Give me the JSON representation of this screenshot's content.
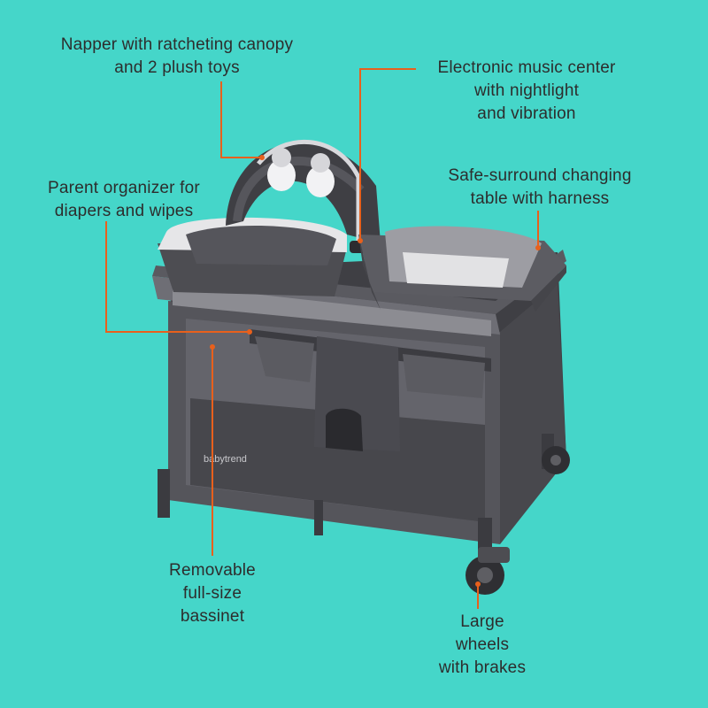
{
  "callouts": {
    "napper": "Napper with ratcheting canopy\nand 2 plush toys",
    "music": "Electronic music center\nwith nightlight\nand vibration",
    "organizer": "Parent organizer for\ndiapers and wipes",
    "changing": "Safe-surround changing\ntable with harness",
    "bassinet": "Removable\nfull-size\nbassinet",
    "wheels": "Large\nwheels\nwith brakes"
  },
  "product": {
    "brand": "babytrend"
  },
  "colors": {
    "background": "#45d6c9",
    "leader": "#e8601c",
    "fabric_dark": "#4a4a4f",
    "fabric_light": "#9a9aa0",
    "lining": "#e6e6e8"
  }
}
